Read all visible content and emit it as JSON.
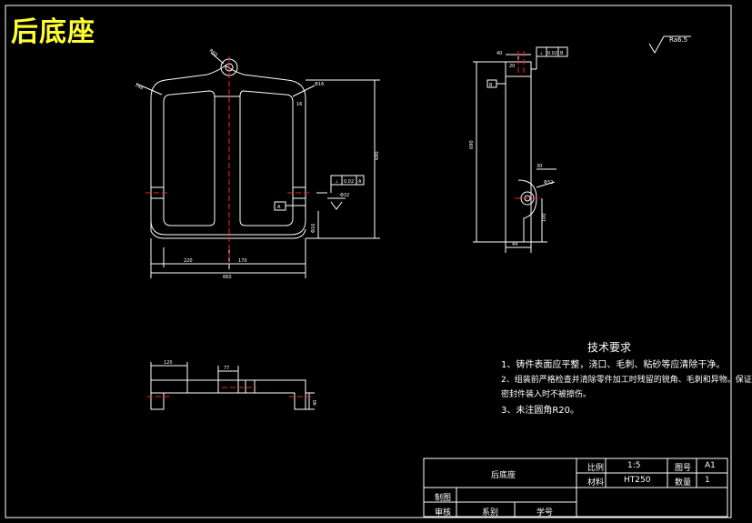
{
  "drawing_title": "后底座",
  "roughness": "Ra6.5",
  "tech_requirements": {
    "title": "技术要求",
    "items": [
      "1、铸件表面应平整，浇口、毛刺、粘砂等应清除干净。",
      "2、组装前严格检查并清除零件加工时残留的锐角、毛刺和异物。保证",
      "密封件装入时不被擦伤。",
      "3、未注圆角R20。"
    ]
  },
  "title_block": {
    "part_name": "后底座",
    "scale_label": "比例",
    "scale_value": "1:5",
    "drawing_no_label": "图号",
    "drawing_no_value": "A1",
    "material_label": "材料",
    "material_value": "HT250",
    "quantity_label": "数量",
    "quantity_value": "1",
    "drawn_label": "制图",
    "checked_label": "审核",
    "school_label": "系别",
    "student_id_label": "学号"
  },
  "front_view_dims": {
    "radius_top": "R60",
    "width_top_left": "148",
    "right_top": "Φ16",
    "right_small": "16",
    "height": "690",
    "tolerance_frame": [
      "⊥",
      "0.02",
      "A"
    ],
    "datum": "A",
    "hole_dim": "Φ32",
    "bottom_left": "220",
    "bottom_mid": "170",
    "overall_width": "660",
    "small_vert": "Φ16"
  },
  "side_view_dims": {
    "top_width": "40",
    "top_offset": "20",
    "tolerance_frame": [
      "⊥",
      "0.02",
      "B"
    ],
    "datum": "B",
    "height": "690",
    "hole_offset": "30",
    "hole_dia": "Φ32",
    "bottom_height": "100",
    "bottom_width": "44"
  },
  "bottom_view_dims": {
    "left": "120",
    "mid": "77",
    "right_height": "40"
  }
}
